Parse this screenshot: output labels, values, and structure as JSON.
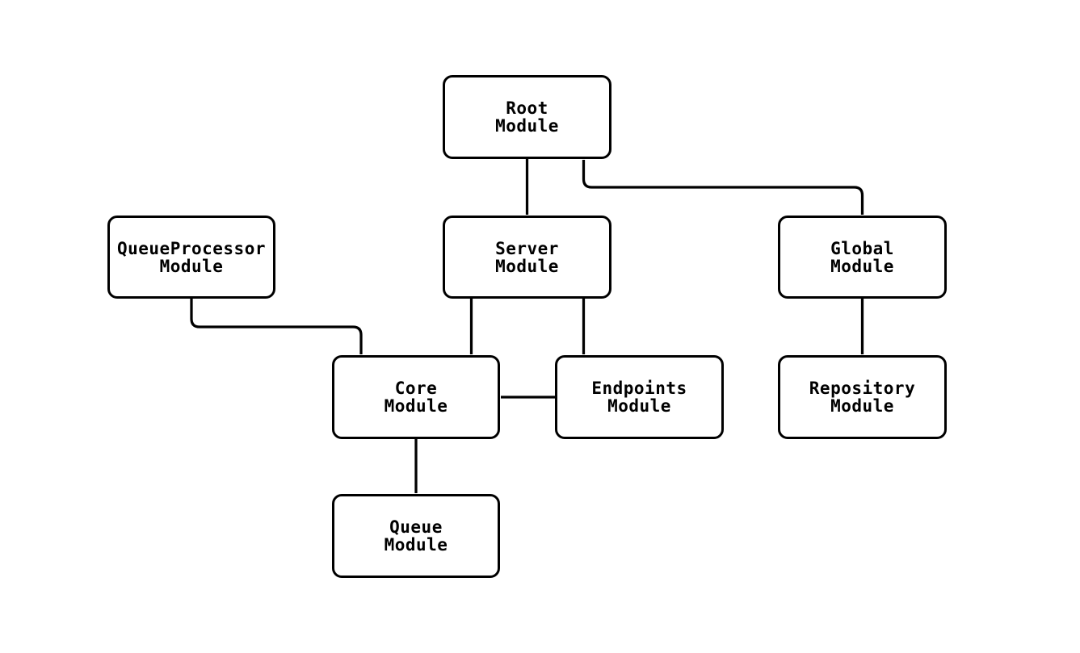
{
  "diagram": {
    "type": "flowchart",
    "background_color": "#ffffff",
    "node_fill_color": "#ffffff",
    "node_border_color": "#000000",
    "edge_color": "#000000",
    "text_color": "#000000",
    "nodes": [
      {
        "id": "RootModule",
        "label": "Root\nModule"
      },
      {
        "id": "QueueProcessorModule",
        "label": "QueueProcessor\nModule"
      },
      {
        "id": "ServerModule",
        "label": "Server\nModule"
      },
      {
        "id": "GlobalModule",
        "label": "Global\nModule"
      },
      {
        "id": "CoreModule",
        "label": "Core\nModule"
      },
      {
        "id": "EndpointsModule",
        "label": "Endpoints\nModule"
      },
      {
        "id": "RepositoryModule",
        "label": "Repository\nModule"
      },
      {
        "id": "QueueModule",
        "label": "Queue\nModule"
      }
    ],
    "edges": [
      {
        "from": "RootModule",
        "to": "ServerModule"
      },
      {
        "from": "RootModule",
        "to": "GlobalModule"
      },
      {
        "from": "QueueProcessorModule",
        "to": "CoreModule"
      },
      {
        "from": "ServerModule",
        "to": "CoreModule"
      },
      {
        "from": "ServerModule",
        "to": "EndpointsModule"
      },
      {
        "from": "EndpointsModule",
        "to": "CoreModule"
      },
      {
        "from": "GlobalModule",
        "to": "RepositoryModule"
      },
      {
        "from": "CoreModule",
        "to": "QueueModule"
      }
    ]
  }
}
